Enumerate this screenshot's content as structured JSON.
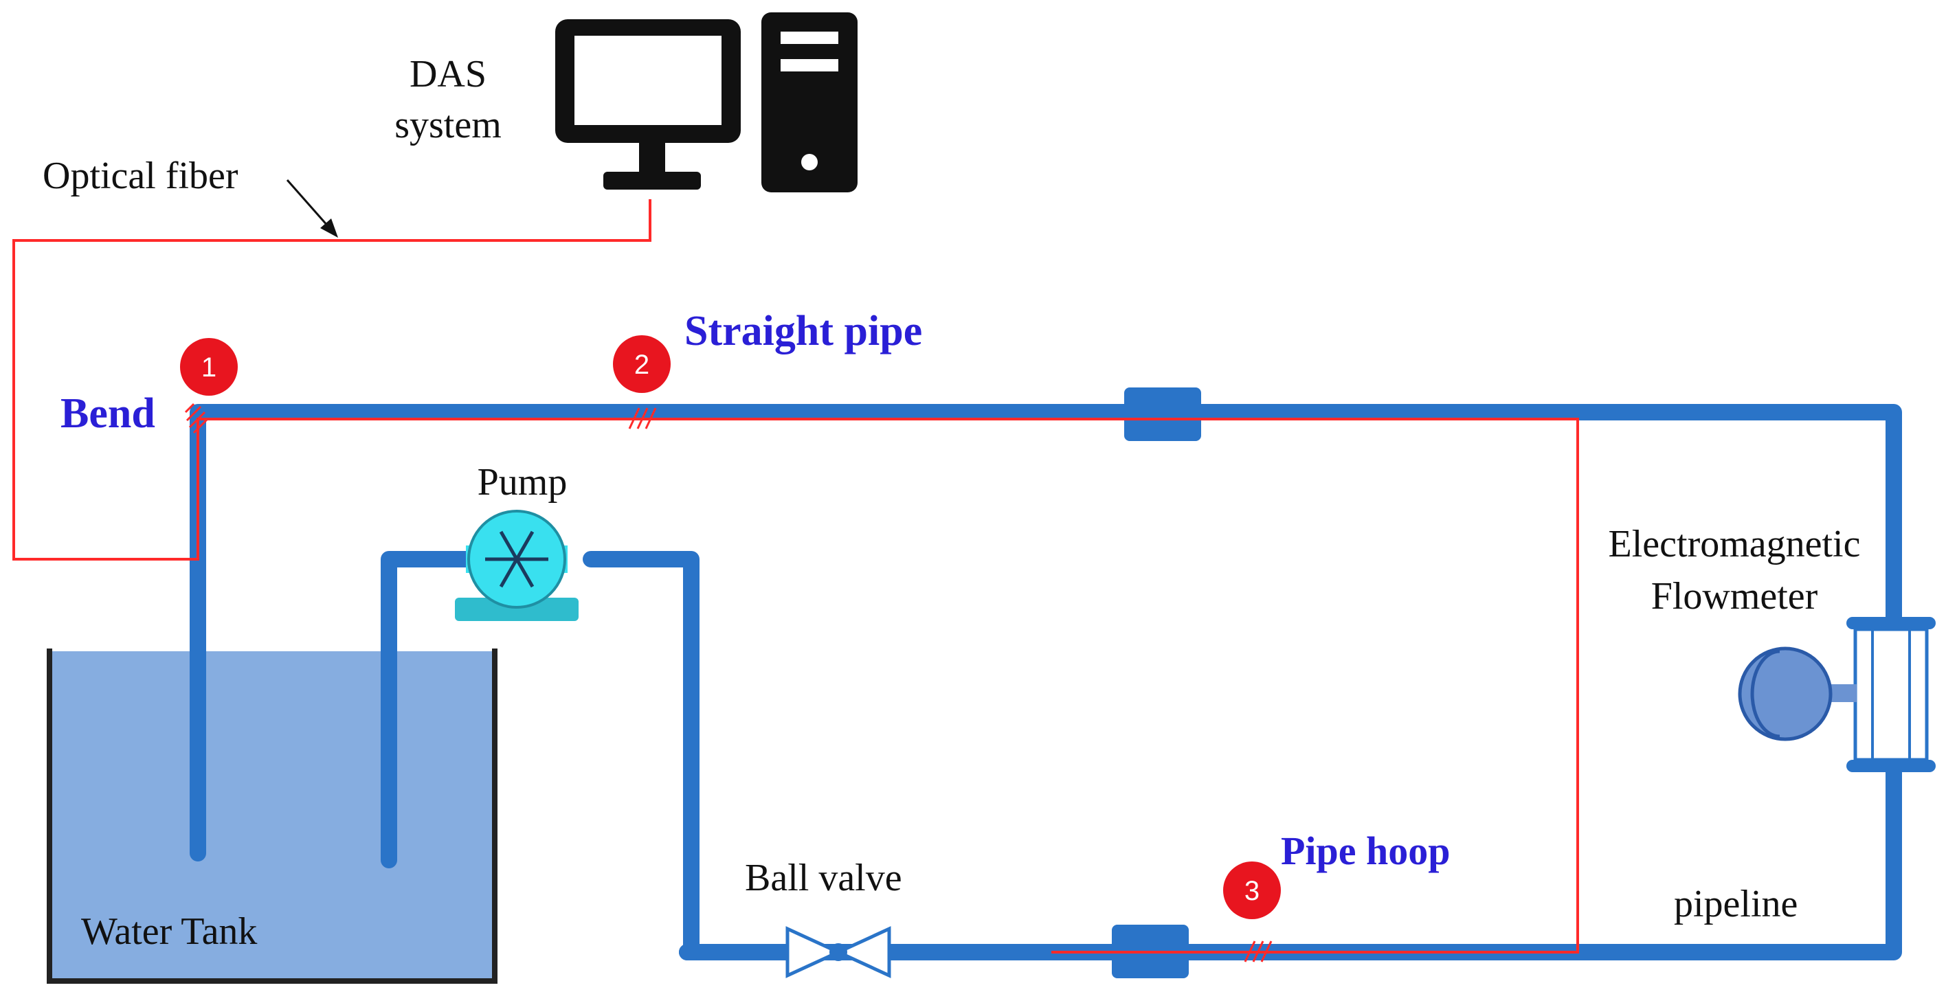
{
  "labels": {
    "das": [
      "DAS",
      "system"
    ],
    "optical_fiber": "Optical fiber",
    "bend": "Bend",
    "straight_pipe": "Straight pipe",
    "pump": "Pump",
    "flowmeter": [
      "Electromagnetic",
      "Flowmeter"
    ],
    "ball_valve": "Ball valve",
    "pipe_hoop": "Pipe hoop",
    "pipeline": "pipeline",
    "water_tank": "Water Tank"
  },
  "markers": [
    "1",
    "2",
    "3"
  ],
  "colors": {
    "pipe": "#2a74c8",
    "fiber": "#ff2a2a",
    "water": "#86ade0",
    "marker": "#e8151f",
    "accent_label": "#2a1fd6",
    "pump_body": "#39e0ef",
    "flowmeter_body": "#6b93d2"
  },
  "icons": [
    "computer-monitor-icon",
    "computer-tower-icon",
    "pump-icon",
    "ball-valve-icon",
    "flowmeter-icon",
    "pipe-coupling-icon"
  ]
}
